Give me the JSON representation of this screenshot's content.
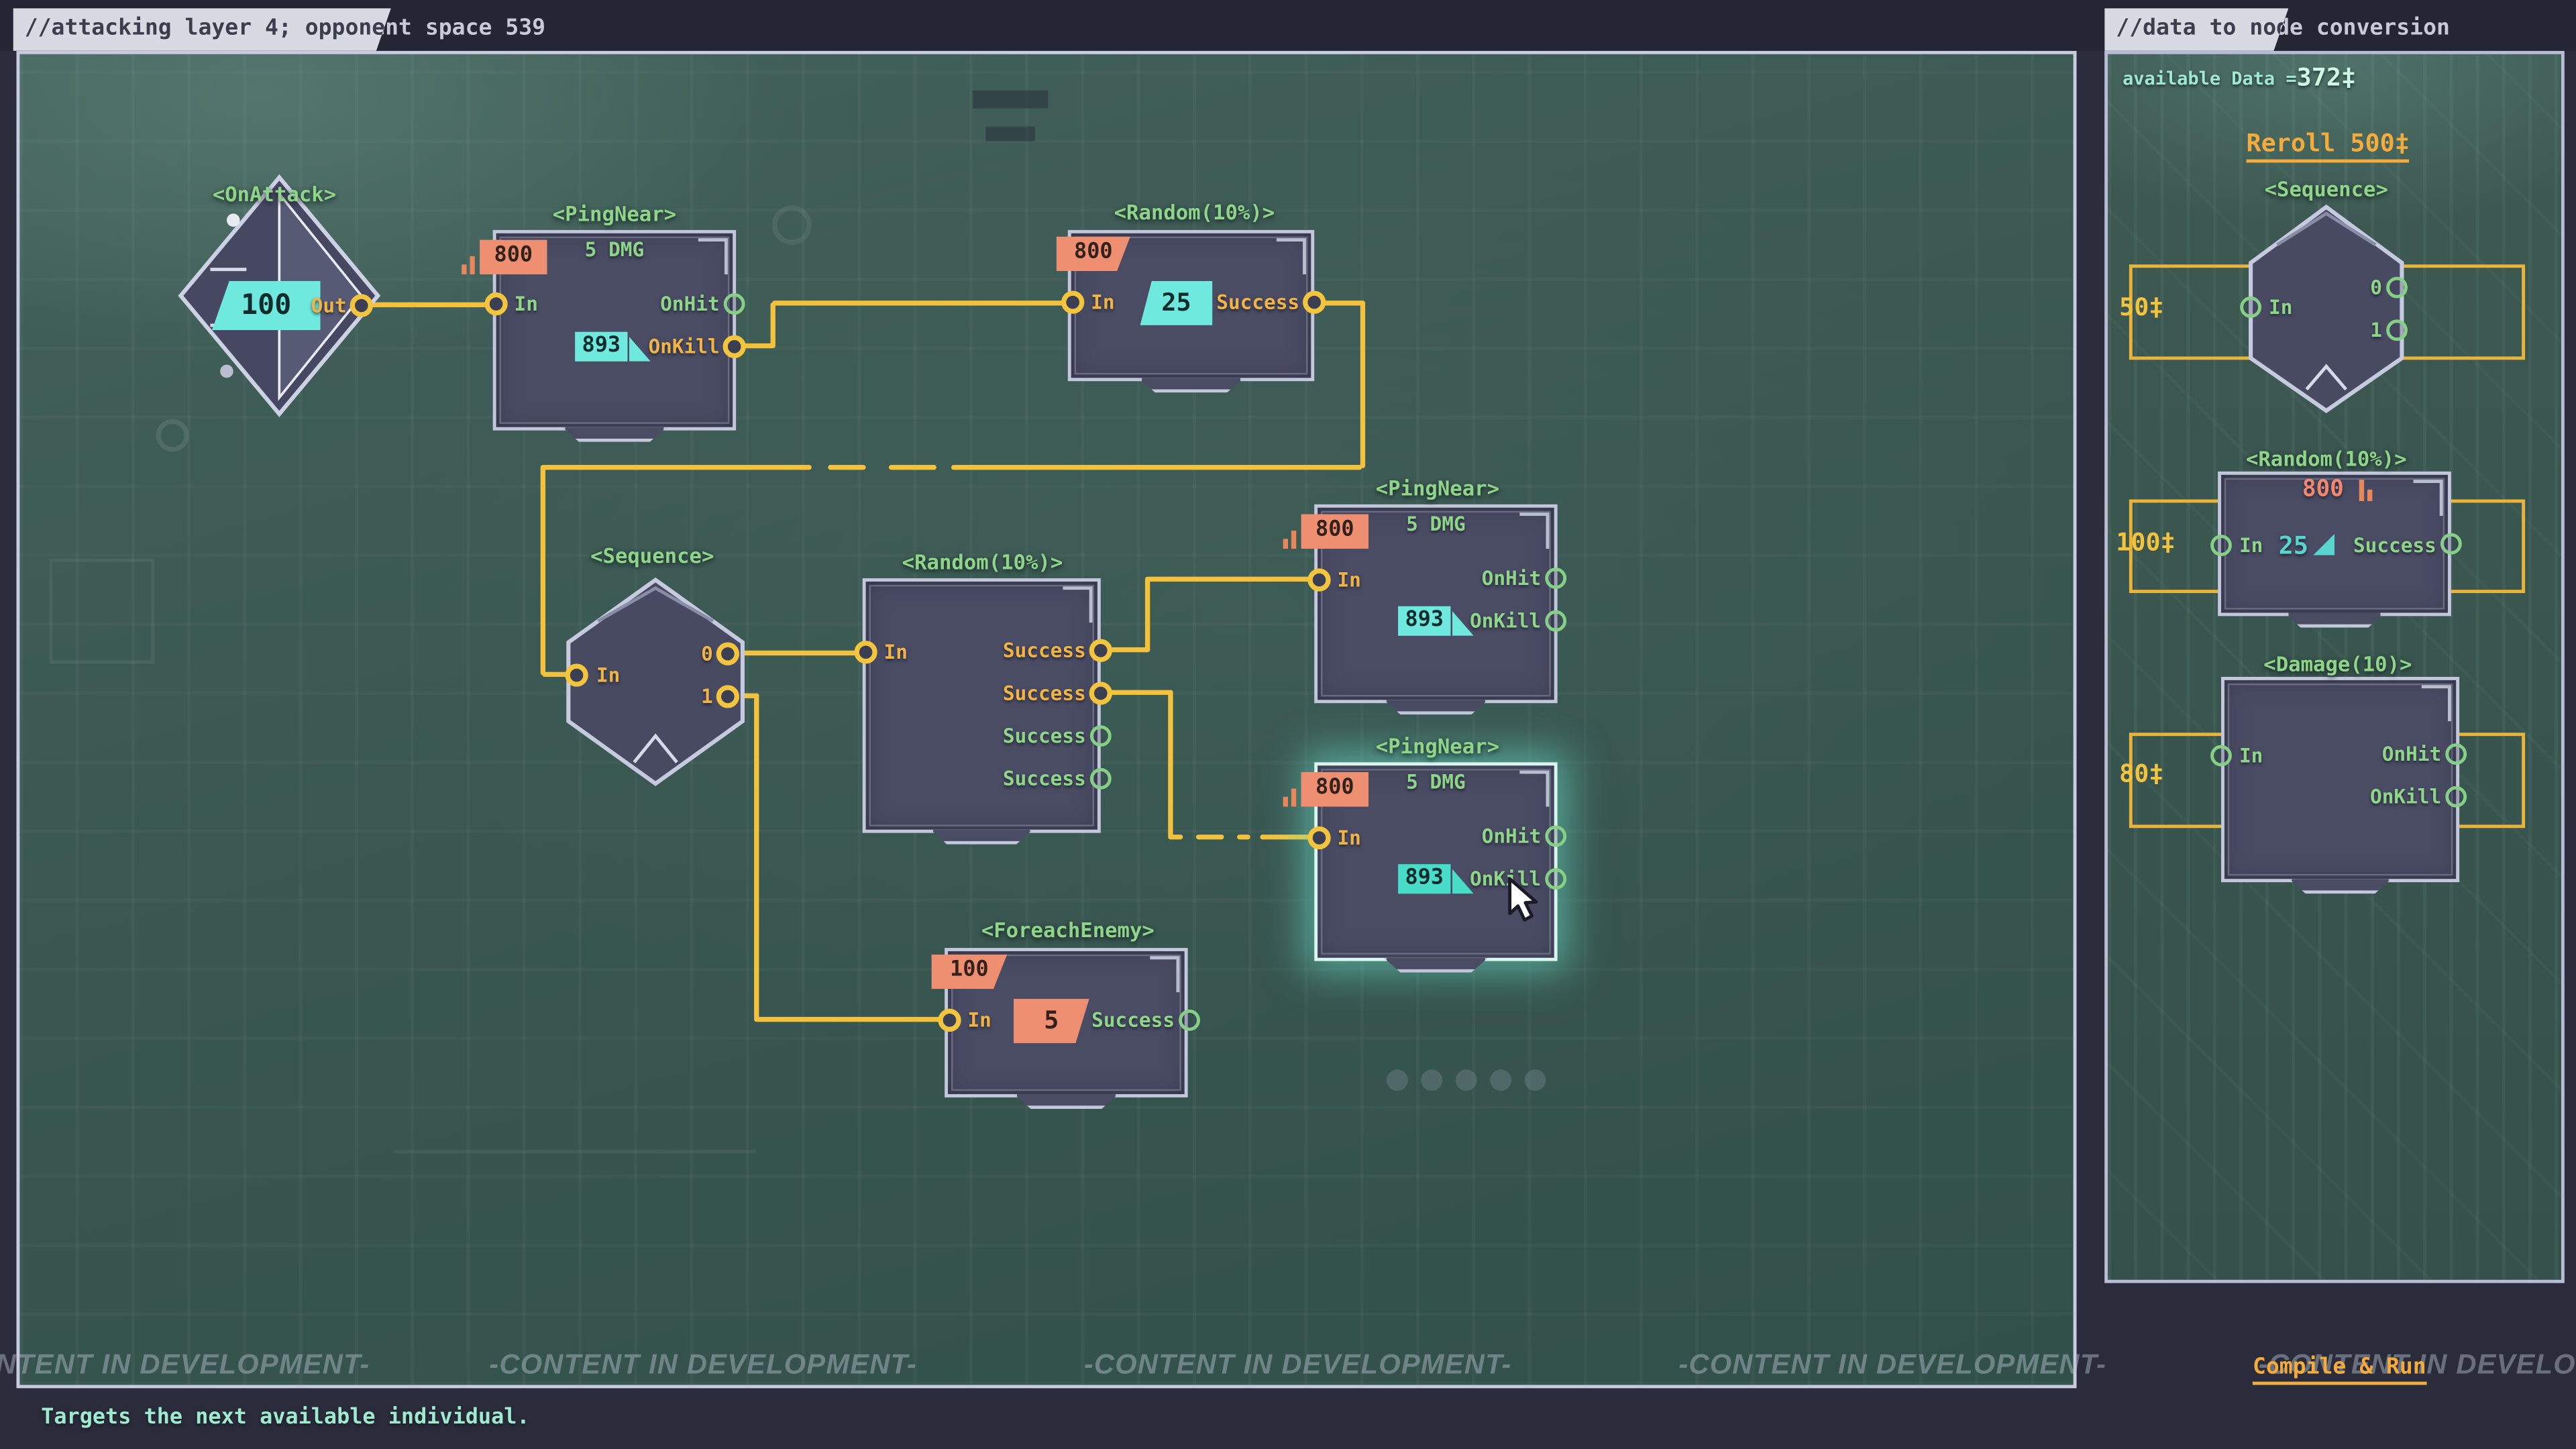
{
  "window": {
    "left_tab": "//attacking layer 4; opponent space 539",
    "right_tab": "//data to node conversion"
  },
  "colors": {
    "wire": "#f2c23e",
    "salmon_badge": "#ef8f72",
    "cyan_badge": "#6fe9de",
    "node_title_green": "#8ed489",
    "mint_text": "#9fe9cf",
    "accent_orange": "#f2ab3c",
    "card_fill": "#4a4c64",
    "card_border": "#c3c7dc",
    "canvas_teal": "#3a5751",
    "highlight_glow": "#6ce8d0"
  },
  "canvas": {
    "onattack": {
      "title": "<OnAttack>",
      "value": "100",
      "out_label": "Out"
    },
    "pingnear1": {
      "title": "<PingNear>",
      "cost": "800",
      "dmg": "5 DMG",
      "in_label": "In",
      "onhit_label": "OnHit",
      "onkill_label": "OnKill",
      "kill_value": "893"
    },
    "random1": {
      "title": "<Random(10%)>",
      "cost": "800",
      "value": "25",
      "in_label": "In",
      "success_label": "Success"
    },
    "sequence1": {
      "title": "<Sequence>",
      "in_label": "In",
      "out0_label": "0",
      "out1_label": "1"
    },
    "random2": {
      "title": "<Random(10%)>",
      "in_label": "In",
      "success_label": "Success"
    },
    "pingnear2": {
      "title": "<PingNear>",
      "cost": "800",
      "dmg": "5 DMG",
      "in_label": "In",
      "onhit_label": "OnHit",
      "onkill_label": "OnKill",
      "kill_value": "893"
    },
    "pingnear3": {
      "title": "<PingNear>",
      "cost": "800",
      "dmg": "5 DMG",
      "in_label": "In",
      "onhit_label": "OnHit",
      "onkill_label": "OnKill",
      "kill_value": "893"
    },
    "foreach": {
      "title": "<ForeachEnemy>",
      "cost": "100",
      "value": "5",
      "in_label": "In",
      "success_label": "Success"
    }
  },
  "shop": {
    "available_label": "available Data =",
    "available_value": "372‡",
    "reroll_label": "Reroll 500‡",
    "compile_label": "Compile & Run",
    "sequence": {
      "title": "<Sequence>",
      "price": "50‡",
      "in_label": "In",
      "out0_label": "0",
      "out1_label": "1"
    },
    "random": {
      "title": "<Random(10%)>",
      "cost": "800",
      "value": "25",
      "price": "100‡",
      "in_label": "In",
      "success_label": "Success"
    },
    "damage": {
      "title": "<Damage(10)>",
      "price": "80‡",
      "in_label": "In",
      "onhit_label": "OnHit",
      "onkill_label": "OnKill"
    }
  },
  "footer": {
    "watermark": "-CONTENT IN DEVELOPMENT-",
    "status": "Targets the next available individual."
  }
}
